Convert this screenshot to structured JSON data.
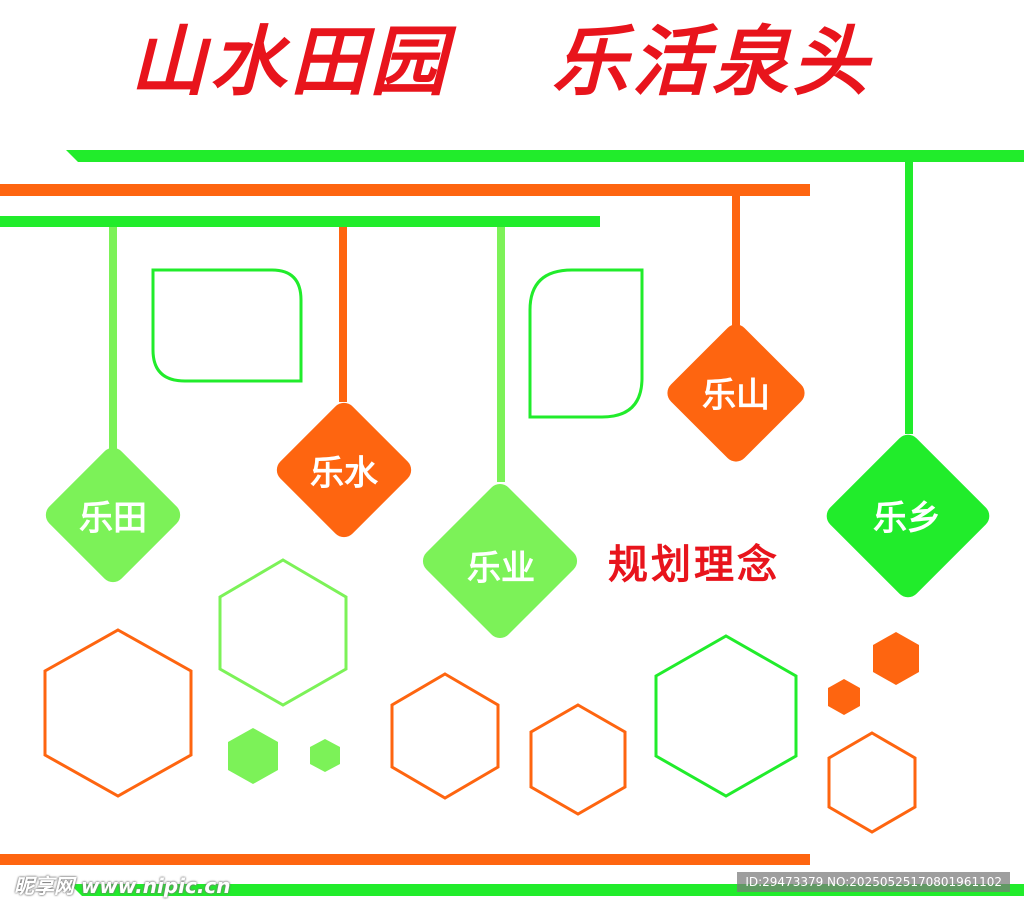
{
  "colors": {
    "red": "#e8141c",
    "orange": "#fe6510",
    "green": "#21ec2b",
    "light_green": "#7cf258",
    "white": "#ffffff"
  },
  "title": {
    "left": "山水田园",
    "right": "乐活泉头"
  },
  "subtitle": "规划理念",
  "pendants": [
    {
      "label": "乐田",
      "color": "#7cf258"
    },
    {
      "label": "乐水",
      "color": "#fe6510"
    },
    {
      "label": "乐业",
      "color": "#7cf258"
    },
    {
      "label": "乐山",
      "color": "#fe6510"
    },
    {
      "label": "乐乡",
      "color": "#21ec2b"
    }
  ],
  "watermark": {
    "site": "昵享网 www.nipic.cn",
    "id_text": "ID:29473379 NO:20250525170801961102"
  }
}
